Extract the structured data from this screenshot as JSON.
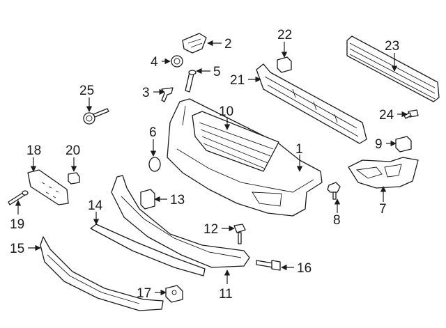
{
  "callouts": [
    {
      "id": "c1",
      "number": "1"
    },
    {
      "id": "c2",
      "number": "2"
    },
    {
      "id": "c3",
      "number": "3"
    },
    {
      "id": "c4",
      "number": "4"
    },
    {
      "id": "c5",
      "number": "5"
    },
    {
      "id": "c6",
      "number": "6"
    },
    {
      "id": "c7",
      "number": "7"
    },
    {
      "id": "c8",
      "number": "8"
    },
    {
      "id": "c9",
      "number": "9"
    },
    {
      "id": "c10",
      "number": "10"
    },
    {
      "id": "c11",
      "number": "11"
    },
    {
      "id": "c12",
      "number": "12"
    },
    {
      "id": "c13",
      "number": "13"
    },
    {
      "id": "c14",
      "number": "14"
    },
    {
      "id": "c15",
      "number": "15"
    },
    {
      "id": "c16",
      "number": "16"
    },
    {
      "id": "c17",
      "number": "17"
    },
    {
      "id": "c18",
      "number": "18"
    },
    {
      "id": "c19",
      "number": "19"
    },
    {
      "id": "c20",
      "number": "20"
    },
    {
      "id": "c21",
      "number": "21"
    },
    {
      "id": "c22",
      "number": "22"
    },
    {
      "id": "c23",
      "number": "23"
    },
    {
      "id": "c24",
      "number": "24"
    },
    {
      "id": "c25",
      "number": "25"
    }
  ],
  "colors": {
    "line": "#1a1a1a",
    "background": "#ffffff"
  }
}
